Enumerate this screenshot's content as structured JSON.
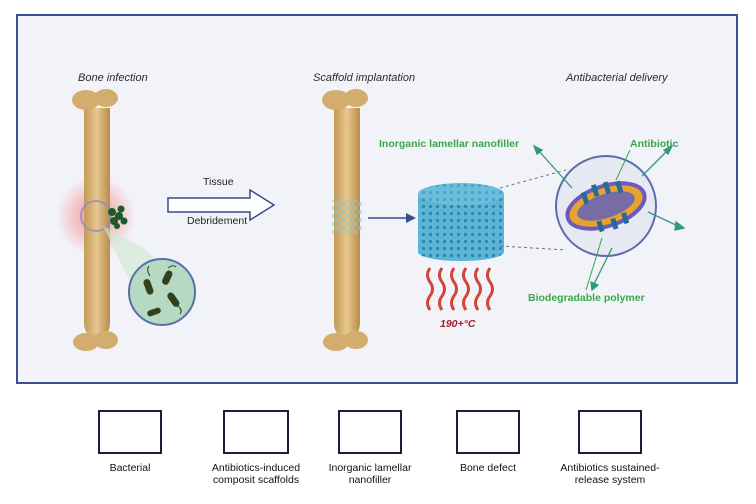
{
  "stages": {
    "bone_infection": "Bone infection",
    "scaffold_implantation": "Scaffold implantation",
    "antibacterial_delivery": "Antibacterial delivery"
  },
  "arrow": {
    "top_label": "Tissue",
    "bottom_label": "Debridement"
  },
  "labels": {
    "nanofiller": "Inorganic lamellar nanofiller",
    "antibiotic": "Antibiotic",
    "polymer": "Biodegradable polymer",
    "temperature": "190+°C"
  },
  "colors": {
    "frame": "#3f4f8f",
    "label_green": "#3aa64a",
    "temperature_red": "#a0202a",
    "bone": "#d8b67a",
    "nanofiller": "#5bb5d6"
  },
  "legend": [
    {
      "icon": "bacteria-icon",
      "caption": "Bacterial"
    },
    {
      "icon": "scaffold-icon",
      "caption": "Antibiotics-induced\ncomposit scaffolds"
    },
    {
      "icon": "nanofiller-icon",
      "caption": "Inorganic lamellar\nnanofiller"
    },
    {
      "icon": "bone-icon",
      "caption": "Bone defect"
    },
    {
      "icon": "release-system-icon",
      "caption": "Antibiotics sustained-\nrelease system"
    }
  ]
}
